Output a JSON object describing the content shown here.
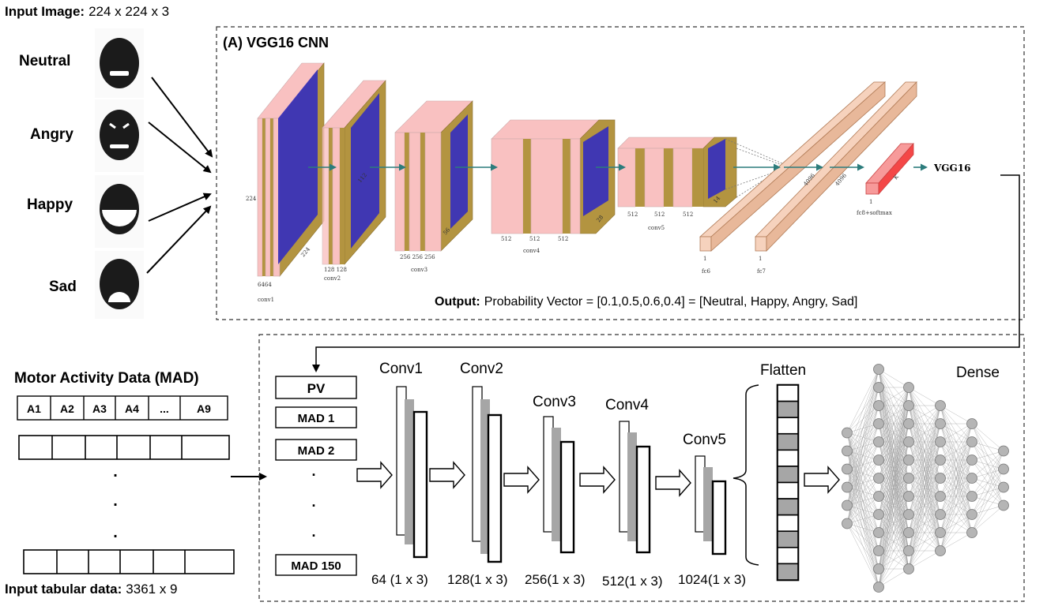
{
  "input_image": {
    "label": "Input Image:",
    "size": "224 x 224 x 3"
  },
  "emotions": [
    {
      "label": "Neutral",
      "icon": "neutral-face-icon"
    },
    {
      "label": "Angry",
      "icon": "angry-face-icon"
    },
    {
      "label": "Happy",
      "icon": "happy-face-icon"
    },
    {
      "label": "Sad",
      "icon": "sad-face-icon"
    }
  ],
  "vgg": {
    "title": "(A) VGG16 CNN",
    "name": "VGG16",
    "dims": {
      "d224": "224",
      "d224b": "224",
      "d112": "112",
      "d56": "56",
      "d28": "28",
      "d14": "14",
      "d4096a": "4096",
      "d4096b": "4096",
      "dK": "K"
    },
    "channels": {
      "c64": "6464",
      "c128": "128 128",
      "c256": "256 256 256",
      "c512a": "512",
      "c512b": "512",
      "c512c": "512",
      "c512d": "512",
      "c512e": "512",
      "c512f": "512",
      "one_a": "1",
      "one_b": "1",
      "one_c": "1"
    },
    "layers": {
      "conv1": "conv1",
      "conv2": "conv2",
      "conv3": "conv3",
      "conv4": "conv4",
      "conv5": "conv5",
      "fc6": "fc6",
      "fc7": "fc7",
      "fc8": "fc8+softmax"
    },
    "output_label": "Output:",
    "output_text": "Probability Vector = [0.1,0.5,0.6,0.4]  = [Neutral, Happy, Angry, Sad]"
  },
  "mad": {
    "title": "Motor Activity Data (MAD)",
    "headers": [
      "A1",
      "A2",
      "A3",
      "A4",
      "...",
      "A9"
    ],
    "dots": ".",
    "footer_label": "Input tabular data:",
    "footer_size": "3361 x 9"
  },
  "cnn1d": {
    "inputs": [
      "PV",
      "MAD 1",
      "MAD 2",
      "MAD 150"
    ],
    "dots": ".",
    "convs": [
      {
        "name": "Conv1",
        "filters": "64 (1 x 3)"
      },
      {
        "name": "Conv2",
        "filters": "128(1 x 3)"
      },
      {
        "name": "Conv3",
        "filters": "256(1 x 3)"
      },
      {
        "name": "Conv4",
        "filters": "512(1 x 3)"
      },
      {
        "name": "Conv5",
        "filters": "1024(1 x 3)"
      }
    ],
    "flatten": "Flatten",
    "dense": "Dense",
    "dense_layers": [
      6,
      13,
      11,
      9,
      7,
      4
    ]
  },
  "colors": {
    "pink": "#f9c1c1",
    "olive": "#b39440",
    "blue": "#3a32b8",
    "red": "#f44747",
    "teal": "#2c7c7c",
    "gray": "#a6a6a6",
    "node": "#b5b5b5"
  }
}
